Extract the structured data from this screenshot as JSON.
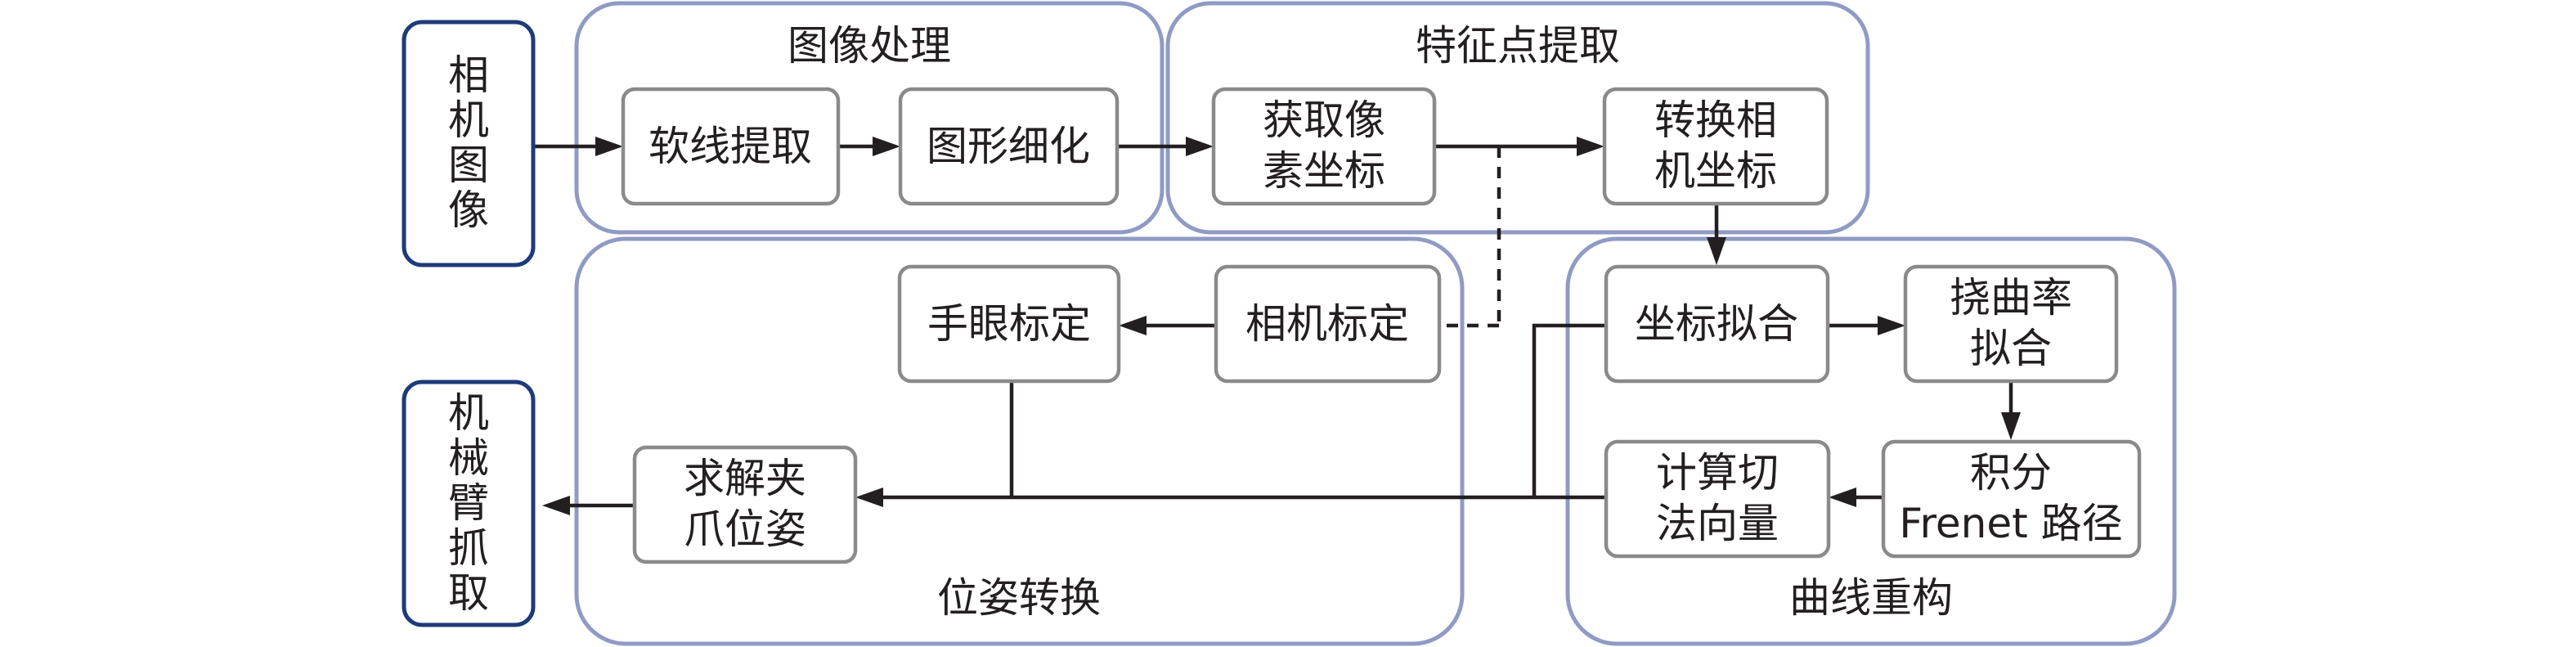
{
  "input": {
    "lines": [
      "相",
      "机",
      "图",
      "像"
    ]
  },
  "output": {
    "lines": [
      "机",
      "械",
      "臂",
      "抓",
      "取"
    ]
  },
  "groups": {
    "image_processing": {
      "label": "图像处理"
    },
    "feature_extraction": {
      "label": "特征点提取"
    },
    "pose_transform": {
      "label": "位姿转换"
    },
    "curve_reconstruction": {
      "label": "曲线重构"
    }
  },
  "nodes": {
    "soft_line_extract": {
      "lines": [
        "软线提取"
      ]
    },
    "shape_thinning": {
      "lines": [
        "图形细化"
      ]
    },
    "get_pixel_coords": {
      "lines": [
        "获取像",
        "素坐标"
      ]
    },
    "to_camera_coords": {
      "lines": [
        "转换相",
        "机坐标"
      ]
    },
    "coord_fitting": {
      "lines": [
        "坐标拟合"
      ]
    },
    "torsion_curvature_fit": {
      "lines": [
        "挠曲率",
        "拟合"
      ]
    },
    "integrate_frenet": {
      "lines": [
        "积分",
        "Frenet 路径"
      ]
    },
    "tangent_normal": {
      "lines": [
        "计算切",
        "法向量"
      ]
    },
    "camera_calibration": {
      "lines": [
        "相机标定"
      ]
    },
    "hand_eye_calibration": {
      "lines": [
        "手眼标定"
      ]
    },
    "gripper_pose": {
      "lines": [
        "求解夹",
        "爪位姿"
      ]
    }
  },
  "colors": {
    "group_border": "#8f9bc4",
    "node_border": "#8a8a8a",
    "io_border": "#1f3a78",
    "edge": "#231f20",
    "text": "#231f20"
  }
}
